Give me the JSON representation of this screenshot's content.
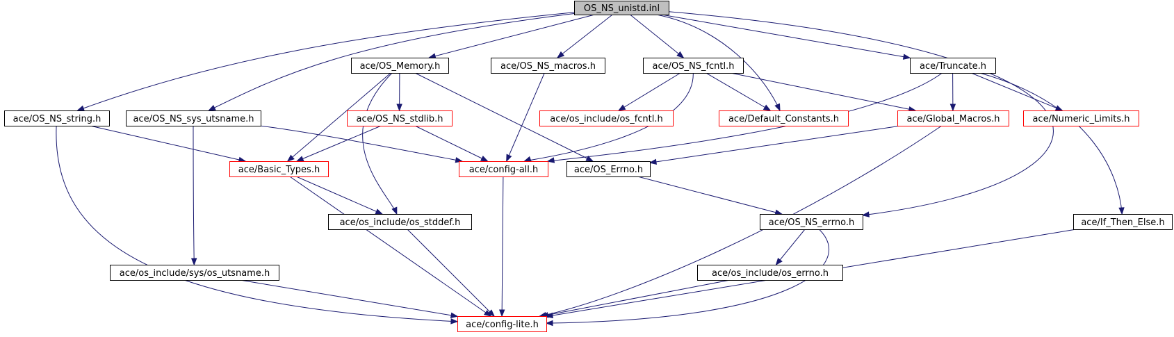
{
  "colors": {
    "edge": "#191970",
    "root_fill": "#bfbfbf",
    "root_border": "#000000",
    "node_fill": "#ffffff",
    "documented_border": "#000000",
    "truncated_border": "#ff0000"
  },
  "nodes": [
    {
      "id": "os_ns_unistd",
      "label": "OS_NS_unistd.inl",
      "kind": "root"
    },
    {
      "id": "os_memory",
      "label": "ace/OS_Memory.h",
      "kind": "normal"
    },
    {
      "id": "os_ns_macros",
      "label": "ace/OS_NS_macros.h",
      "kind": "normal"
    },
    {
      "id": "os_ns_fcntl",
      "label": "ace/OS_NS_fcntl.h",
      "kind": "normal"
    },
    {
      "id": "truncate",
      "label": "ace/Truncate.h",
      "kind": "normal"
    },
    {
      "id": "os_ns_string",
      "label": "ace/OS_NS_string.h",
      "kind": "normal"
    },
    {
      "id": "os_ns_sys_utsname",
      "label": "ace/OS_NS_sys_utsname.h",
      "kind": "normal"
    },
    {
      "id": "os_ns_stdlib",
      "label": "ace/OS_NS_stdlib.h",
      "kind": "truncated"
    },
    {
      "id": "os_fcntl",
      "label": "ace/os_include/os_fcntl.h",
      "kind": "truncated"
    },
    {
      "id": "default_constants",
      "label": "ace/Default_Constants.h",
      "kind": "truncated"
    },
    {
      "id": "global_macros",
      "label": "ace/Global_Macros.h",
      "kind": "truncated"
    },
    {
      "id": "numeric_limits",
      "label": "ace/Numeric_Limits.h",
      "kind": "truncated"
    },
    {
      "id": "basic_types",
      "label": "ace/Basic_Types.h",
      "kind": "truncated"
    },
    {
      "id": "config_all",
      "label": "ace/config-all.h",
      "kind": "truncated"
    },
    {
      "id": "os_errno_h",
      "label": "ace/OS_Errno.h",
      "kind": "normal"
    },
    {
      "id": "os_stddef",
      "label": "ace/os_include/os_stddef.h",
      "kind": "normal"
    },
    {
      "id": "os_ns_errno",
      "label": "ace/OS_NS_errno.h",
      "kind": "normal"
    },
    {
      "id": "if_then_else",
      "label": "ace/If_Then_Else.h",
      "kind": "normal"
    },
    {
      "id": "sys_os_utsname",
      "label": "ace/os_include/sys/os_utsname.h",
      "kind": "normal"
    },
    {
      "id": "os_errno_inc",
      "label": "ace/os_include/os_errno.h",
      "kind": "normal"
    },
    {
      "id": "config_lite",
      "label": "ace/config-lite.h",
      "kind": "truncated"
    }
  ],
  "edges": [
    {
      "from": "os_ns_unistd",
      "to": "os_memory"
    },
    {
      "from": "os_ns_unistd",
      "to": "os_ns_macros"
    },
    {
      "from": "os_ns_unistd",
      "to": "os_ns_fcntl"
    },
    {
      "from": "os_ns_unistd",
      "to": "truncate"
    },
    {
      "from": "os_ns_unistd",
      "to": "os_ns_string"
    },
    {
      "from": "os_ns_unistd",
      "to": "os_ns_sys_utsname"
    },
    {
      "from": "os_ns_unistd",
      "to": "default_constants"
    },
    {
      "from": "os_ns_unistd",
      "to": "os_ns_errno"
    },
    {
      "from": "os_memory",
      "to": "os_ns_stdlib"
    },
    {
      "from": "os_memory",
      "to": "basic_types"
    },
    {
      "from": "os_memory",
      "to": "os_stddef"
    },
    {
      "from": "os_memory",
      "to": "os_errno_h"
    },
    {
      "from": "os_ns_macros",
      "to": "config_all"
    },
    {
      "from": "os_ns_fcntl",
      "to": "os_fcntl"
    },
    {
      "from": "os_ns_fcntl",
      "to": "default_constants"
    },
    {
      "from": "os_ns_fcntl",
      "to": "global_macros"
    },
    {
      "from": "os_ns_fcntl",
      "to": "config_all"
    },
    {
      "from": "truncate",
      "to": "global_macros"
    },
    {
      "from": "truncate",
      "to": "numeric_limits"
    },
    {
      "from": "truncate",
      "to": "if_then_else"
    },
    {
      "from": "truncate",
      "to": "config_all"
    },
    {
      "from": "os_ns_string",
      "to": "basic_types"
    },
    {
      "from": "os_ns_string",
      "to": "config_lite"
    },
    {
      "from": "os_ns_sys_utsname",
      "to": "config_all"
    },
    {
      "from": "os_ns_sys_utsname",
      "to": "sys_os_utsname"
    },
    {
      "from": "os_ns_stdlib",
      "to": "basic_types"
    },
    {
      "from": "os_ns_stdlib",
      "to": "config_all"
    },
    {
      "from": "global_macros",
      "to": "os_errno_h"
    },
    {
      "from": "global_macros",
      "to": "config_lite"
    },
    {
      "from": "basic_types",
      "to": "os_stddef"
    },
    {
      "from": "basic_types",
      "to": "config_lite"
    },
    {
      "from": "config_all",
      "to": "config_lite"
    },
    {
      "from": "os_errno_h",
      "to": "os_ns_errno"
    },
    {
      "from": "os_stddef",
      "to": "config_lite"
    },
    {
      "from": "os_ns_errno",
      "to": "os_errno_inc"
    },
    {
      "from": "os_ns_errno",
      "to": "config_lite"
    },
    {
      "from": "if_then_else",
      "to": "config_lite"
    },
    {
      "from": "sys_os_utsname",
      "to": "config_lite"
    },
    {
      "from": "os_errno_inc",
      "to": "config_lite"
    }
  ]
}
